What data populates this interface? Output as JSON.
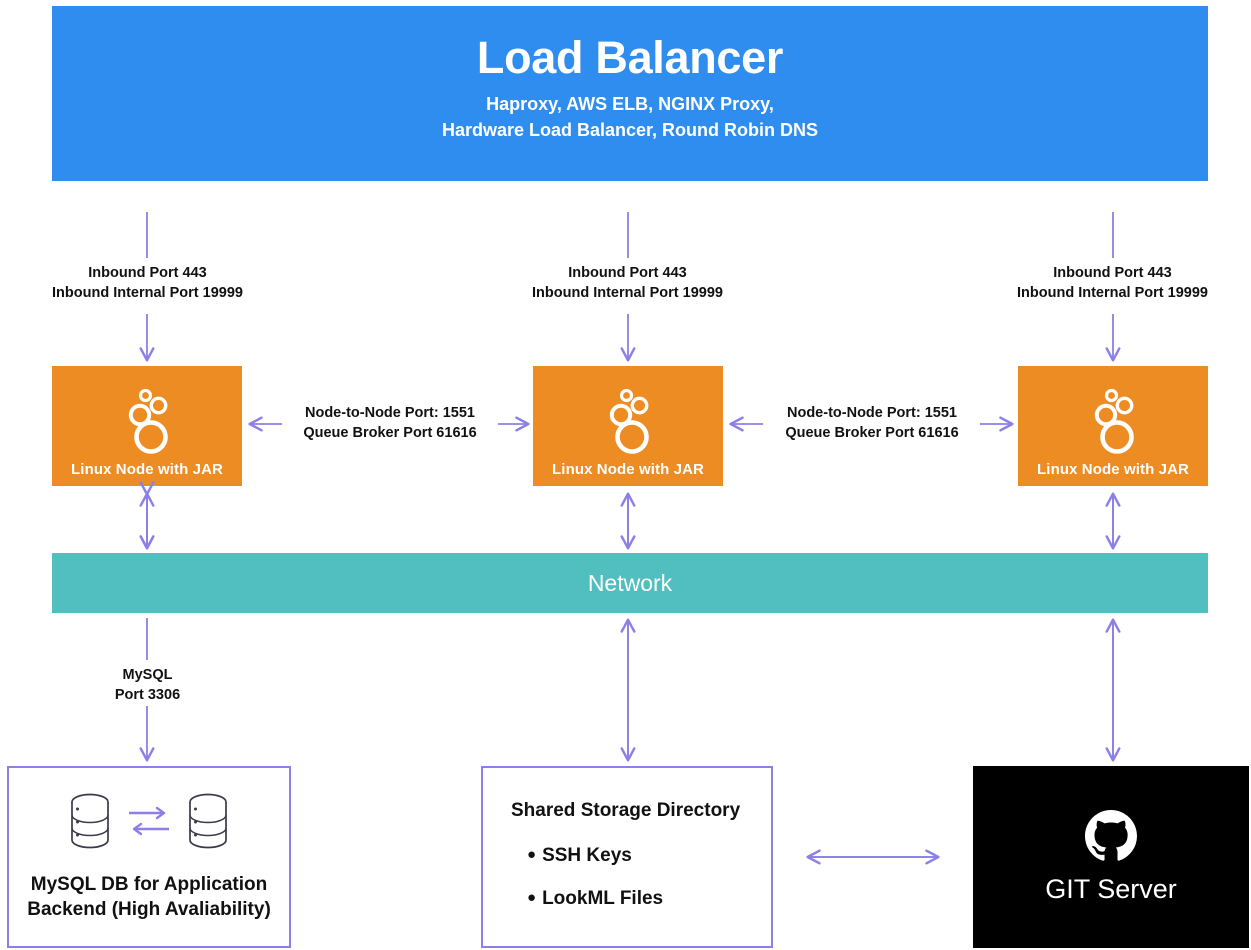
{
  "colors": {
    "load_balancer": "#2e8dee",
    "node": "#ed8c22",
    "network": "#51bfbf",
    "accent_arrow": "#8b7fe8",
    "git": "#000000",
    "text": "#111111"
  },
  "load_balancer": {
    "title": "Load Balancer",
    "subtitle_line1": "Haproxy, AWS ELB, NGINX Proxy,",
    "subtitle_line2": "Hardware Load Balancer, Round Robin DNS"
  },
  "inbound_labels": [
    {
      "line1": "Inbound Port 443",
      "line2": "Inbound Internal Port 19999"
    },
    {
      "line1": "Inbound Port 443",
      "line2": "Inbound Internal Port 19999"
    },
    {
      "line1": "Inbound Port 443",
      "line2": "Inbound Internal Port 19999"
    }
  ],
  "nodes": [
    {
      "label": "Linux Node with JAR",
      "logo": "looker-logo-icon"
    },
    {
      "label": "Linux Node with JAR",
      "logo": "looker-logo-icon"
    },
    {
      "label": "Linux Node with JAR",
      "logo": "looker-logo-icon"
    }
  ],
  "node_links": [
    {
      "line1": "Node-to-Node Port: 1551",
      "line2": "Queue Broker Port 61616"
    },
    {
      "line1": "Node-to-Node Port: 1551",
      "line2": "Queue Broker Port 61616"
    }
  ],
  "network": {
    "label": "Network"
  },
  "mysql_link": {
    "line1": "MySQL",
    "line2": "Port 3306"
  },
  "mysql_box": {
    "caption_line1": "MySQL DB for Application",
    "caption_line2": "Backend (High Avaliability)",
    "icon_left": "database-cylinder-icon",
    "icon_right": "database-cylinder-icon",
    "replication_icon": "bidirectional-replication-arrows-icon"
  },
  "storage_box": {
    "title": "Shared Storage Directory",
    "bullets": [
      {
        "bullet": "●",
        "text": "SSH Keys"
      },
      {
        "bullet": "●",
        "text": "LookML Files"
      }
    ]
  },
  "git_box": {
    "label": "GIT Server",
    "logo": "github-octocat-icon"
  }
}
